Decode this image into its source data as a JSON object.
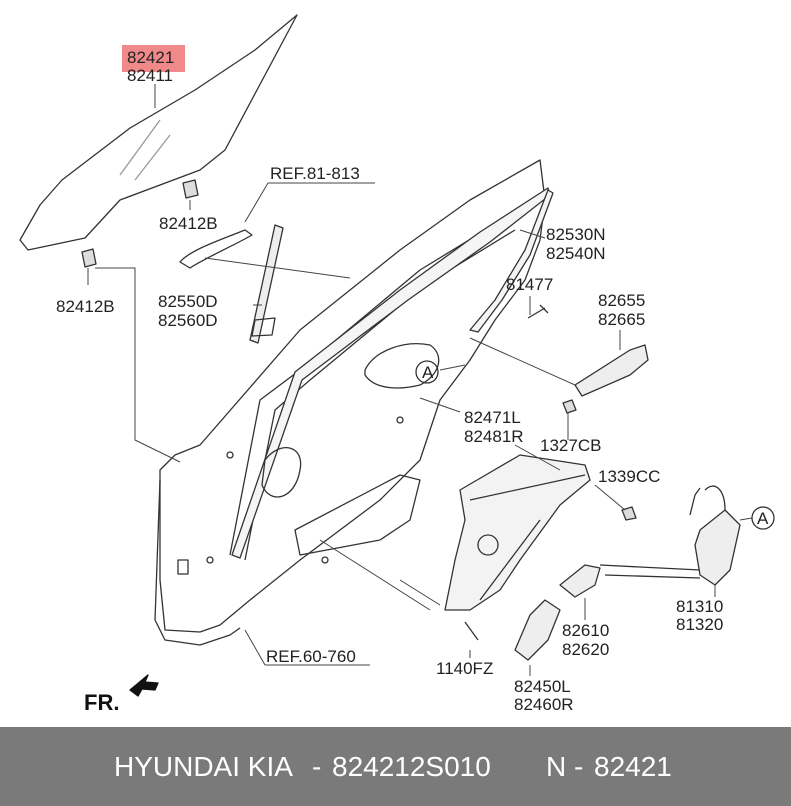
{
  "labels": {
    "p82421": "82421",
    "p82411": "82411",
    "ref81": "REF.81-813",
    "p82412b_top": "82412B",
    "p82412b_left": "82412B",
    "p82550d": "82550D",
    "p82560d": "82560D",
    "p82530n": "82530N",
    "p82540n": "82540N",
    "p81477": "81477",
    "p82655": "82655",
    "p82665": "82665",
    "callout_a1": "A",
    "callout_a2": "A",
    "p82471l": "82471L",
    "p82481r": "82481R",
    "p1327cb": "1327CB",
    "p1339cc": "1339CC",
    "p81310": "81310",
    "p81320": "81320",
    "p82610": "82610",
    "p82620": "82620",
    "ref60": "REF.60-760",
    "p1140fz": "1140FZ",
    "p82450l": "82450L",
    "p82460r": "82460R",
    "fr": "FR."
  },
  "highlight_color": "#f08a8a",
  "footer": {
    "brand": "HYUNDAI  KIA",
    "dash1": "-",
    "part_number": "824212S010",
    "n": "N",
    "dash2": "-",
    "ref_number": "82421",
    "background": "#7a7a7a"
  }
}
